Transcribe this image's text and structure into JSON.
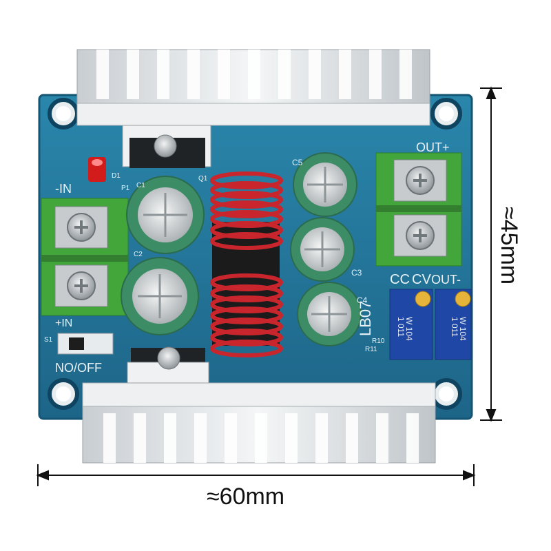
{
  "dimensions": {
    "width_label": "≈60mm",
    "height_label": "≈45mm"
  },
  "board": {
    "model": "LB07",
    "silkscreen": {
      "in_minus": "-IN",
      "in_plus": "+IN",
      "out_plus": "OUT+",
      "out_minus": "OUT-",
      "cc": "CC",
      "cv": "CV",
      "switch": "NO/OFF",
      "d1": "D1",
      "q1": "Q1",
      "p1": "P1",
      "c1": "C1",
      "c2": "C2",
      "c3": "C3",
      "c4": "C4",
      "c5": "C5",
      "s1": "S1",
      "r10": "R10",
      "r11": "R11"
    },
    "potentiometer_marking": "W 104",
    "potentiometer_code": "1 011"
  },
  "colors": {
    "pcb": "#1f6f93",
    "pcb_dark": "#174f6c",
    "heatsink": "#dfe3e6",
    "terminal": "#3f9a3a",
    "capacitor": "#3b8a65",
    "inductor_wire": "#c8262c",
    "trimmer": "#1f47a6"
  }
}
